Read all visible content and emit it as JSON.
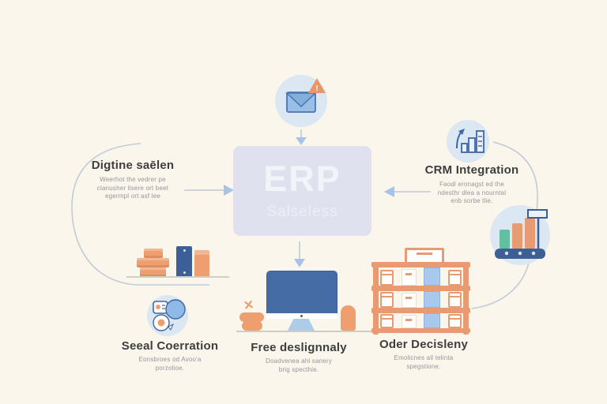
{
  "diagram": {
    "center": {
      "title": "ERP",
      "subtitle": "Salseless"
    },
    "left_node": {
      "title": "Digtine saēlen",
      "desc1": "Weerhot the vedrer pe",
      "desc2": "clanusher lisere ort beet",
      "desc3": "egermpl ort asf lee"
    },
    "crm_node": {
      "title": "CRM Integration",
      "desc1": "Faodl eronagst ed the",
      "desc2": "ndesthr dlea a nourntal",
      "desc3": "enb sorbe tlie."
    },
    "social_node": {
      "title": "Seeal Coerration",
      "desc1": "Eonsbroes od Avoo'a",
      "desc2": "porzolioe."
    },
    "desk_node": {
      "title": "Free deslignnaly",
      "desc1": "Doadvenea ahl sanery",
      "desc2": "brig specthie."
    },
    "order_node": {
      "title": "Oder Decisleny",
      "desc1": "Emolicnes all telinta",
      "desc2": "spegstione."
    },
    "icons": {
      "email_alert": "envelope with warning triangle",
      "warning_glyph": "!",
      "crm_chart": "bar chart with up arrow",
      "conveyor_growth": "bar chart on conveyor with flag",
      "inventory_boxes": "stacked crates and books",
      "chat_bubbles": "speech bubbles",
      "desktop_computer": "monitor on desk",
      "warehouse_shelves": "warehouse shelving with goods",
      "close_x": "✕"
    },
    "colors": {
      "background": "#FBF6EC",
      "panel": "#DFE2EE",
      "icon_circle": "#DCE7F4",
      "accent_orange": "#E89B72",
      "accent_blue_dark": "#3F66A8",
      "accent_blue_mid": "#466CA6",
      "accent_blue_light": "#A9C9EC",
      "accent_green": "#64BFA0",
      "line": "#C2CBD6",
      "arrowhead": "#A7C3E6",
      "text_dark": "#3E3E40",
      "text_muted": "#95959A"
    }
  }
}
